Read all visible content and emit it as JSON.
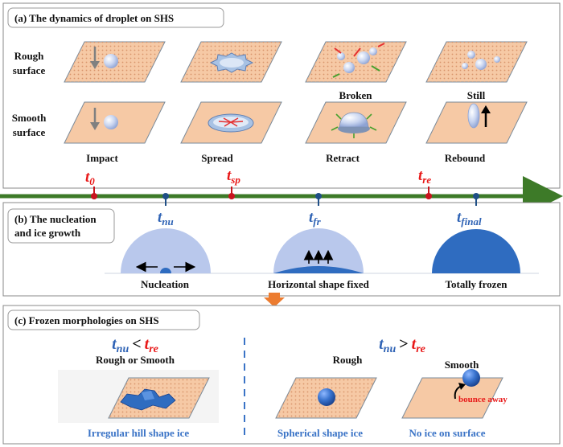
{
  "panel_a": {
    "title": "(a) The dynamics of droplet on SHS",
    "row_rough": [
      "Rough",
      "surface"
    ],
    "row_smooth": [
      "Smooth",
      "surface"
    ],
    "labels_rough": [
      "",
      "",
      "Broken",
      "Still"
    ],
    "labels_smooth": [
      "Impact",
      "Spread",
      "Retract",
      "Rebound"
    ]
  },
  "timeline": {
    "top": {
      "t0": {
        "sym": "t",
        "sub": "0"
      },
      "tsp": {
        "sym": "t",
        "sub": "sp"
      },
      "tre": {
        "sym": "t",
        "sub": "re"
      }
    },
    "bottom": {
      "tnu": {
        "sym": "t",
        "sub": "nu"
      },
      "tfr": {
        "sym": "t",
        "sub": "fr"
      },
      "tfinal": {
        "sym": "t",
        "sub": "final"
      }
    }
  },
  "panel_b": {
    "title": [
      "(b) The nucleation",
      "and ice growth"
    ],
    "labels": [
      "Nucleation",
      "Horizontal shape fixed",
      "Totally frozen"
    ]
  },
  "panel_c": {
    "title": "(c) Frozen morphologies on SHS",
    "left_condition": {
      "lhs": "t",
      "lhs_sub": "nu",
      "op": "<",
      "rhs": "t",
      "rhs_sub": "re"
    },
    "right_condition": {
      "lhs": "t",
      "lhs_sub": "nu",
      "op": ">",
      "rhs": "t",
      "rhs_sub": "re"
    },
    "left_subtitle": "Rough or Smooth",
    "right_sub_rough": "Rough",
    "right_sub_smooth": "Smooth",
    "bounce_label": "bounce away",
    "captions": [
      "Irregular hill shape ice",
      "Spherical shape ice",
      "No ice on surface"
    ]
  },
  "colors": {
    "surface_fill": "#f6c9a5",
    "timeline_green": "#3d7a28",
    "marker_red": "#c8141e",
    "marker_blue": "#1f4f86",
    "droplet": "#b9c8ec",
    "ice": "#2f6cc0",
    "caption_blue": "#3a73c6",
    "arrow_orange": "#ec7c30"
  }
}
